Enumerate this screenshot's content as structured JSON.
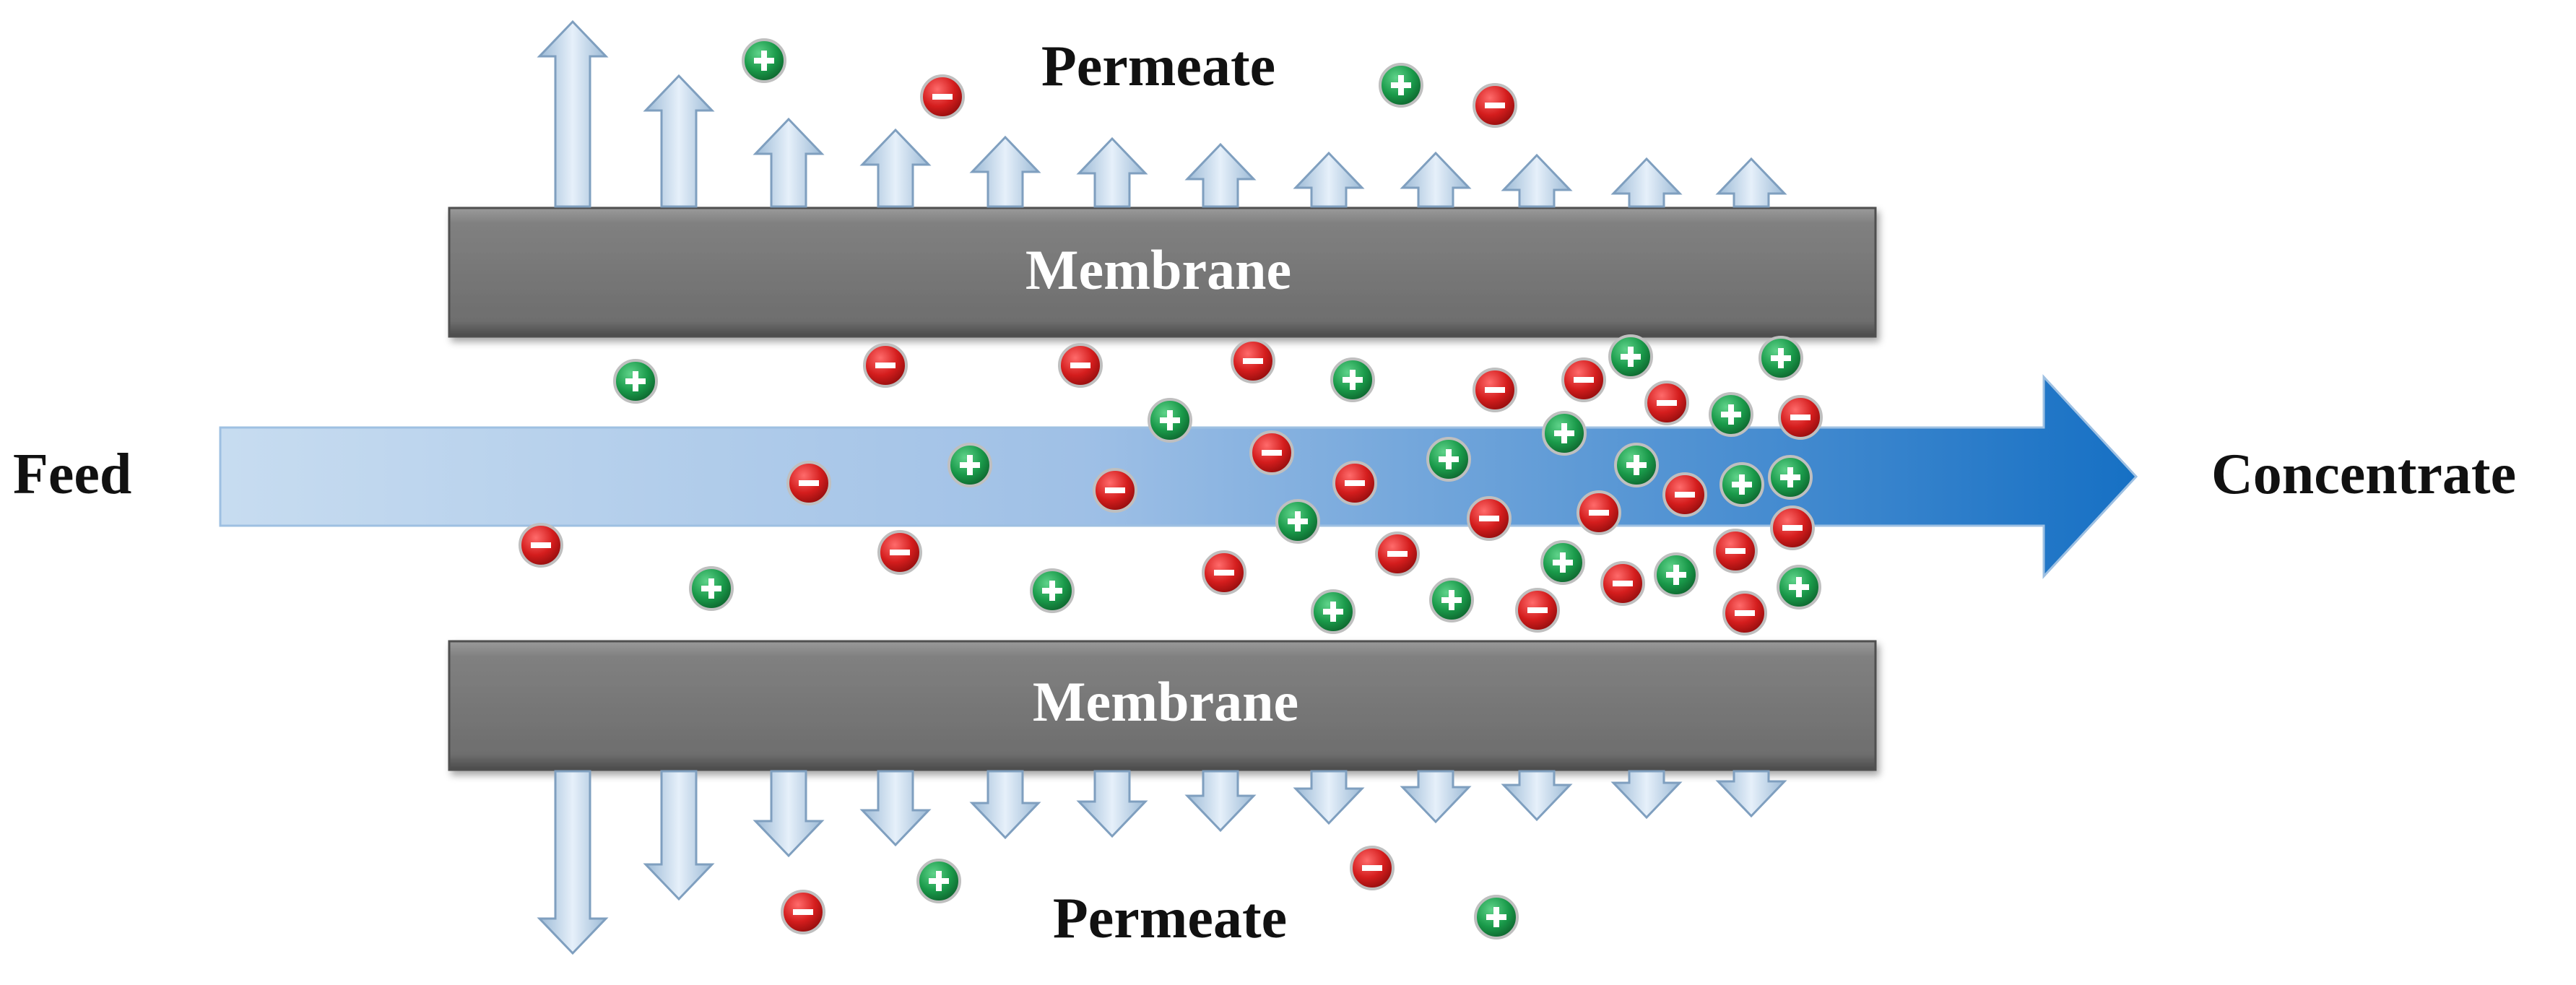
{
  "labels": {
    "feed": "Feed",
    "concentrate": "Concentrate",
    "permeate_top": "Permeate",
    "permeate_bottom": "Permeate",
    "membrane_top": "Membrane",
    "membrane_bottom": "Membrane"
  },
  "ions": {
    "positive_symbol": "+",
    "negative_symbol": "−",
    "positive_color": "#1a9a4a",
    "negative_color": "#d41d1d"
  },
  "colors": {
    "membrane_fill": "#7a7a7a",
    "membrane_text": "#ffffff",
    "feed_arrow_start": "#c7dcf0",
    "feed_arrow_end": "#1670c4",
    "permeate_arrow": "#c4daee"
  }
}
